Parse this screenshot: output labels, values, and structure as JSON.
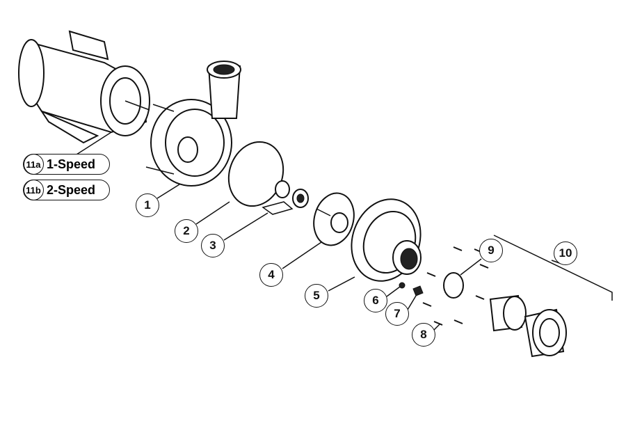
{
  "title": "Pump exploded parts diagram",
  "motor_labels": [
    {
      "num": "11a",
      "label": "1-Speed"
    },
    {
      "num": "11b",
      "label": "2-Speed"
    }
  ],
  "callouts": [
    "1",
    "2",
    "3",
    "4",
    "5",
    "6",
    "7",
    "8",
    "9",
    "10"
  ]
}
